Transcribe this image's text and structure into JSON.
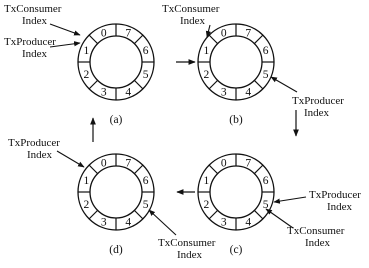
{
  "slot_labels": [
    "0",
    "1",
    "2",
    "3",
    "4",
    "5",
    "6",
    "7"
  ],
  "pointer_text": {
    "consumer": [
      "TxConsumer",
      "Index"
    ],
    "producer": [
      "TxProducer",
      "Index"
    ]
  },
  "panels": [
    {
      "caption": "(a)",
      "consumer_slot": 0,
      "producer_slot": 0
    },
    {
      "caption": "(b)",
      "consumer_slot": 0,
      "producer_slot": 4
    },
    {
      "caption": "(c)",
      "consumer_slot": 4,
      "producer_slot": 4
    },
    {
      "caption": "(d)",
      "consumer_slot": 4,
      "producer_slot": 0
    }
  ],
  "transitions": [
    {
      "from": "(a)",
      "to": "(b)"
    },
    {
      "from": "(b)",
      "to": "(c)"
    },
    {
      "from": "(c)",
      "to": "(d)"
    },
    {
      "from": "(d)",
      "to": "(a)"
    }
  ]
}
